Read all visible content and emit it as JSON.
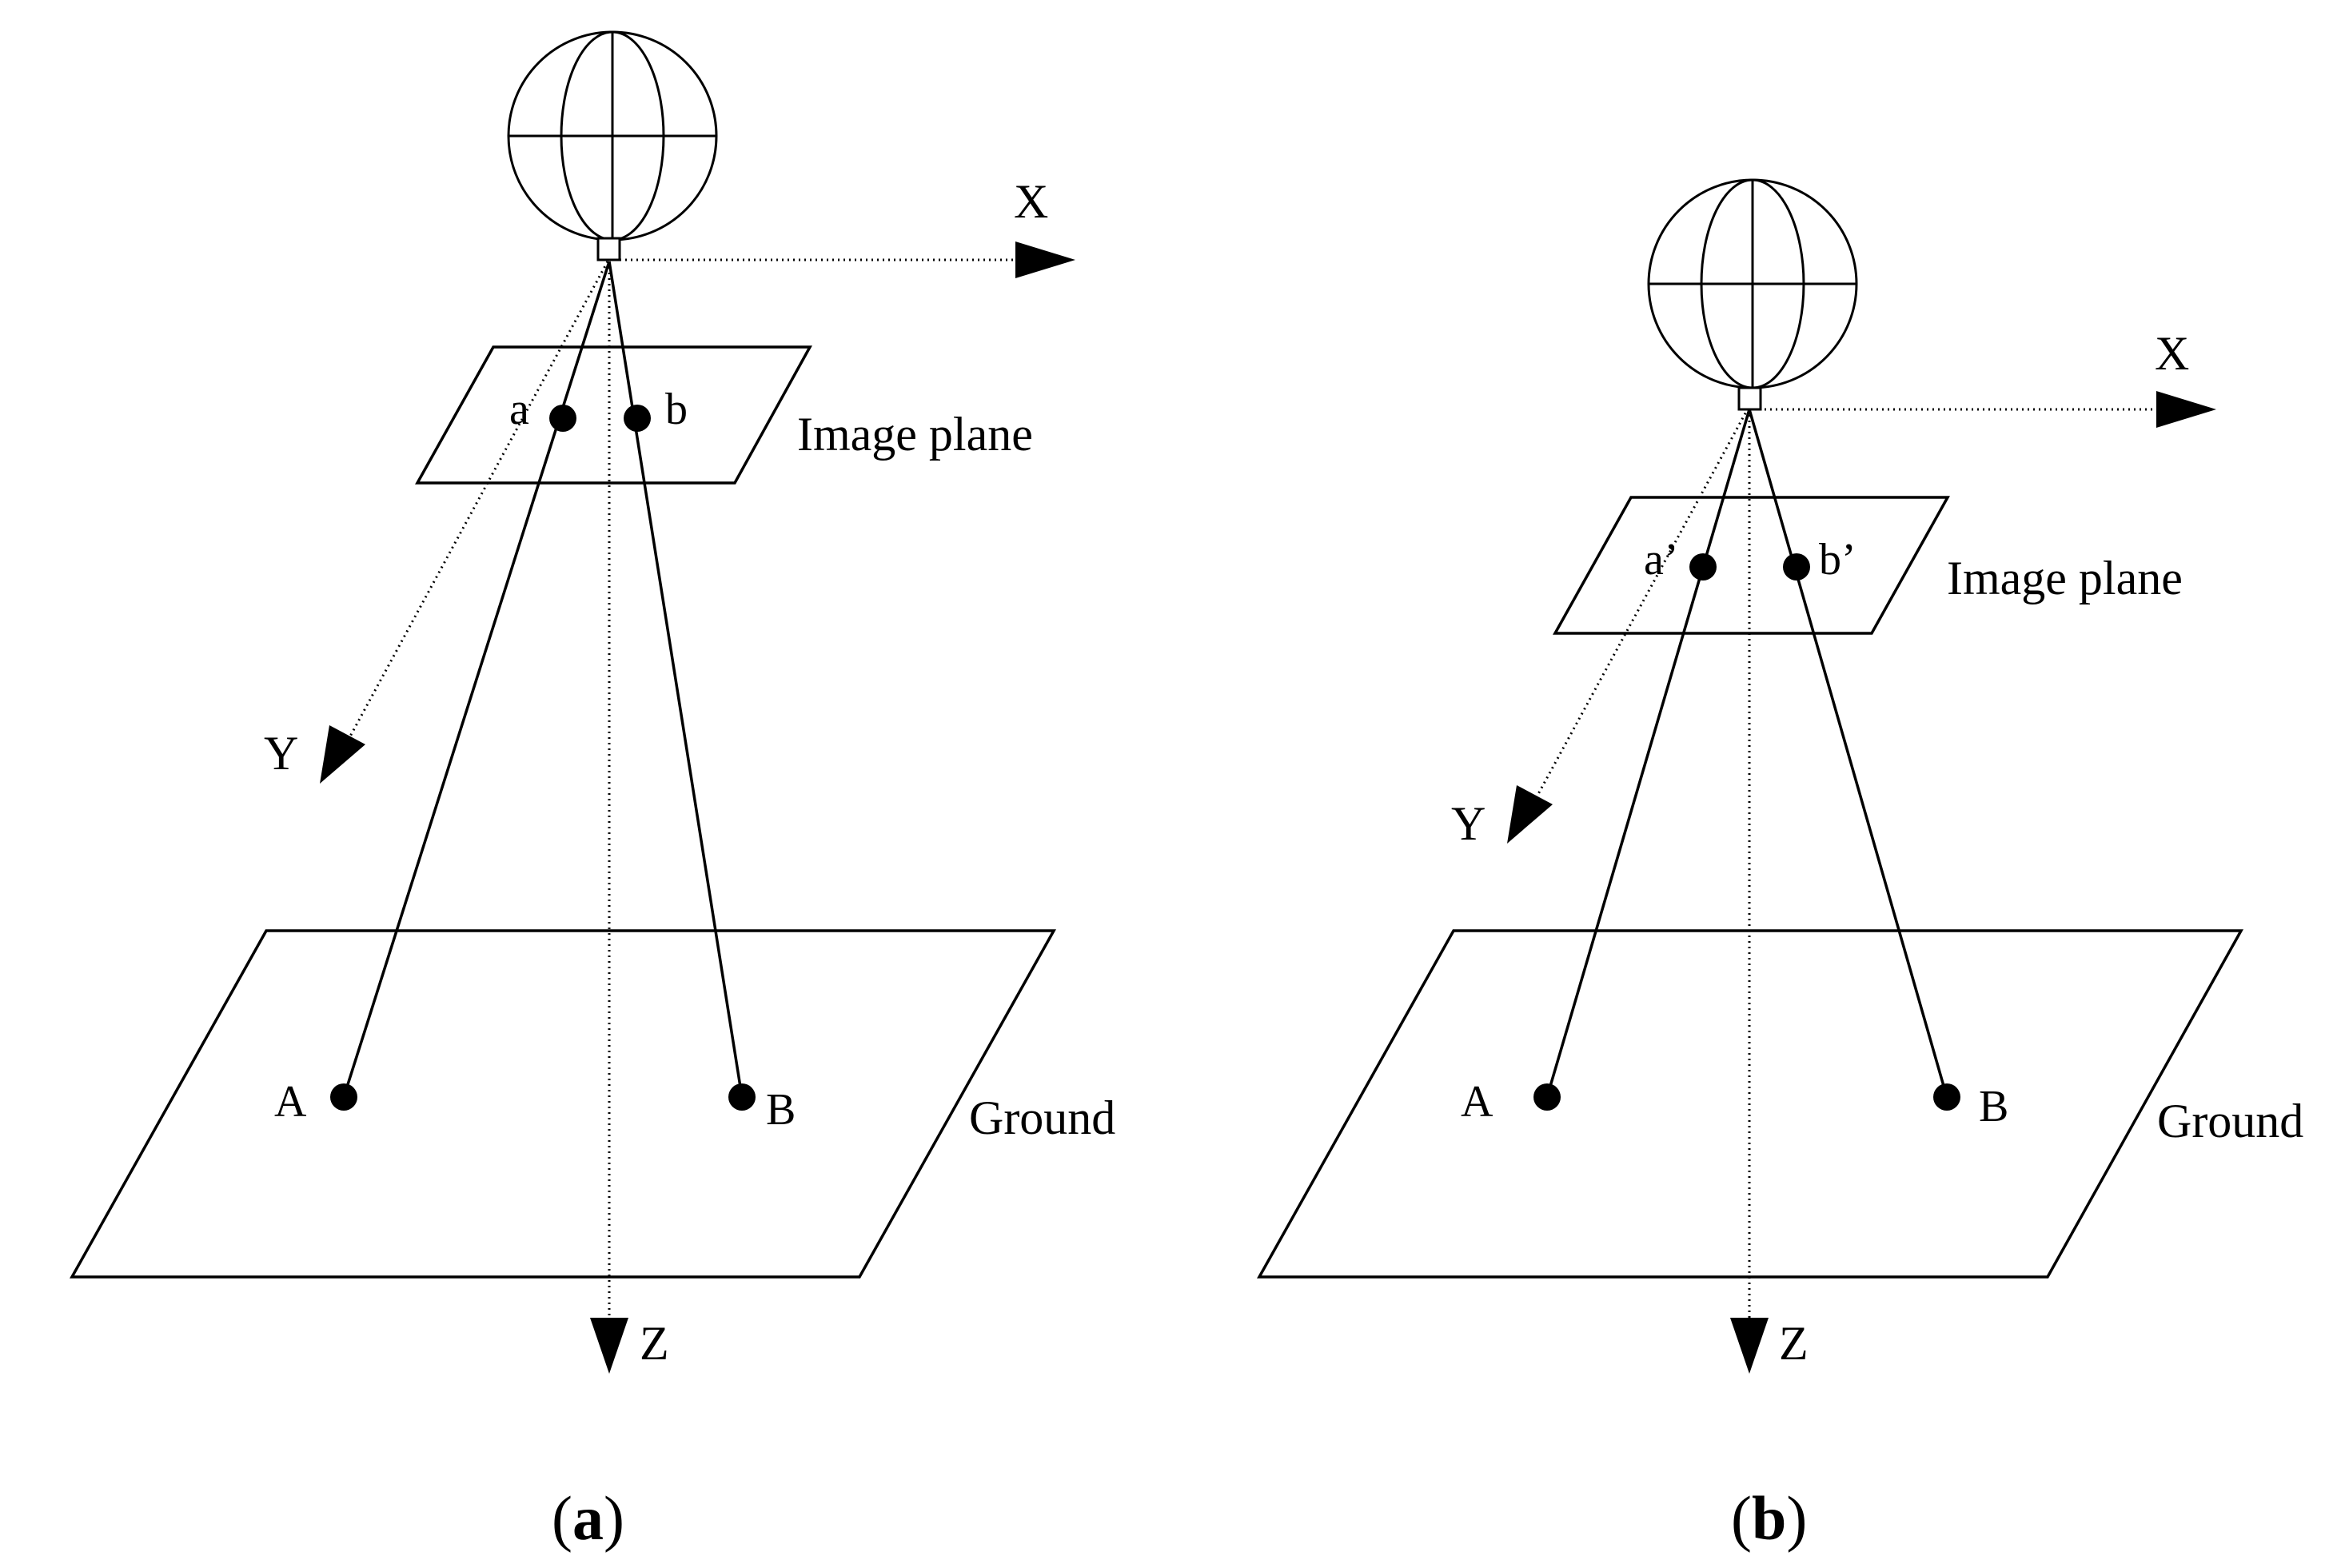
{
  "panels": [
    {
      "id": "a",
      "axes": {
        "x": "X",
        "y": "Y",
        "z": "Z"
      },
      "image_points": [
        "a",
        "b"
      ],
      "ground_points": [
        "A",
        "B"
      ],
      "image_plane_label": "Image plane",
      "ground_label": "Ground",
      "caption": {
        "open": "(",
        "letter": "a",
        "close": ")"
      }
    },
    {
      "id": "b",
      "axes": {
        "x": "X",
        "y": "Y",
        "z": "Z"
      },
      "image_points": [
        "a’",
        "b’"
      ],
      "ground_points": [
        "A",
        "B"
      ],
      "image_plane_label": "Image plane",
      "ground_label": "Ground",
      "caption": {
        "open": "(",
        "letter": "b",
        "close": ")"
      }
    }
  ]
}
